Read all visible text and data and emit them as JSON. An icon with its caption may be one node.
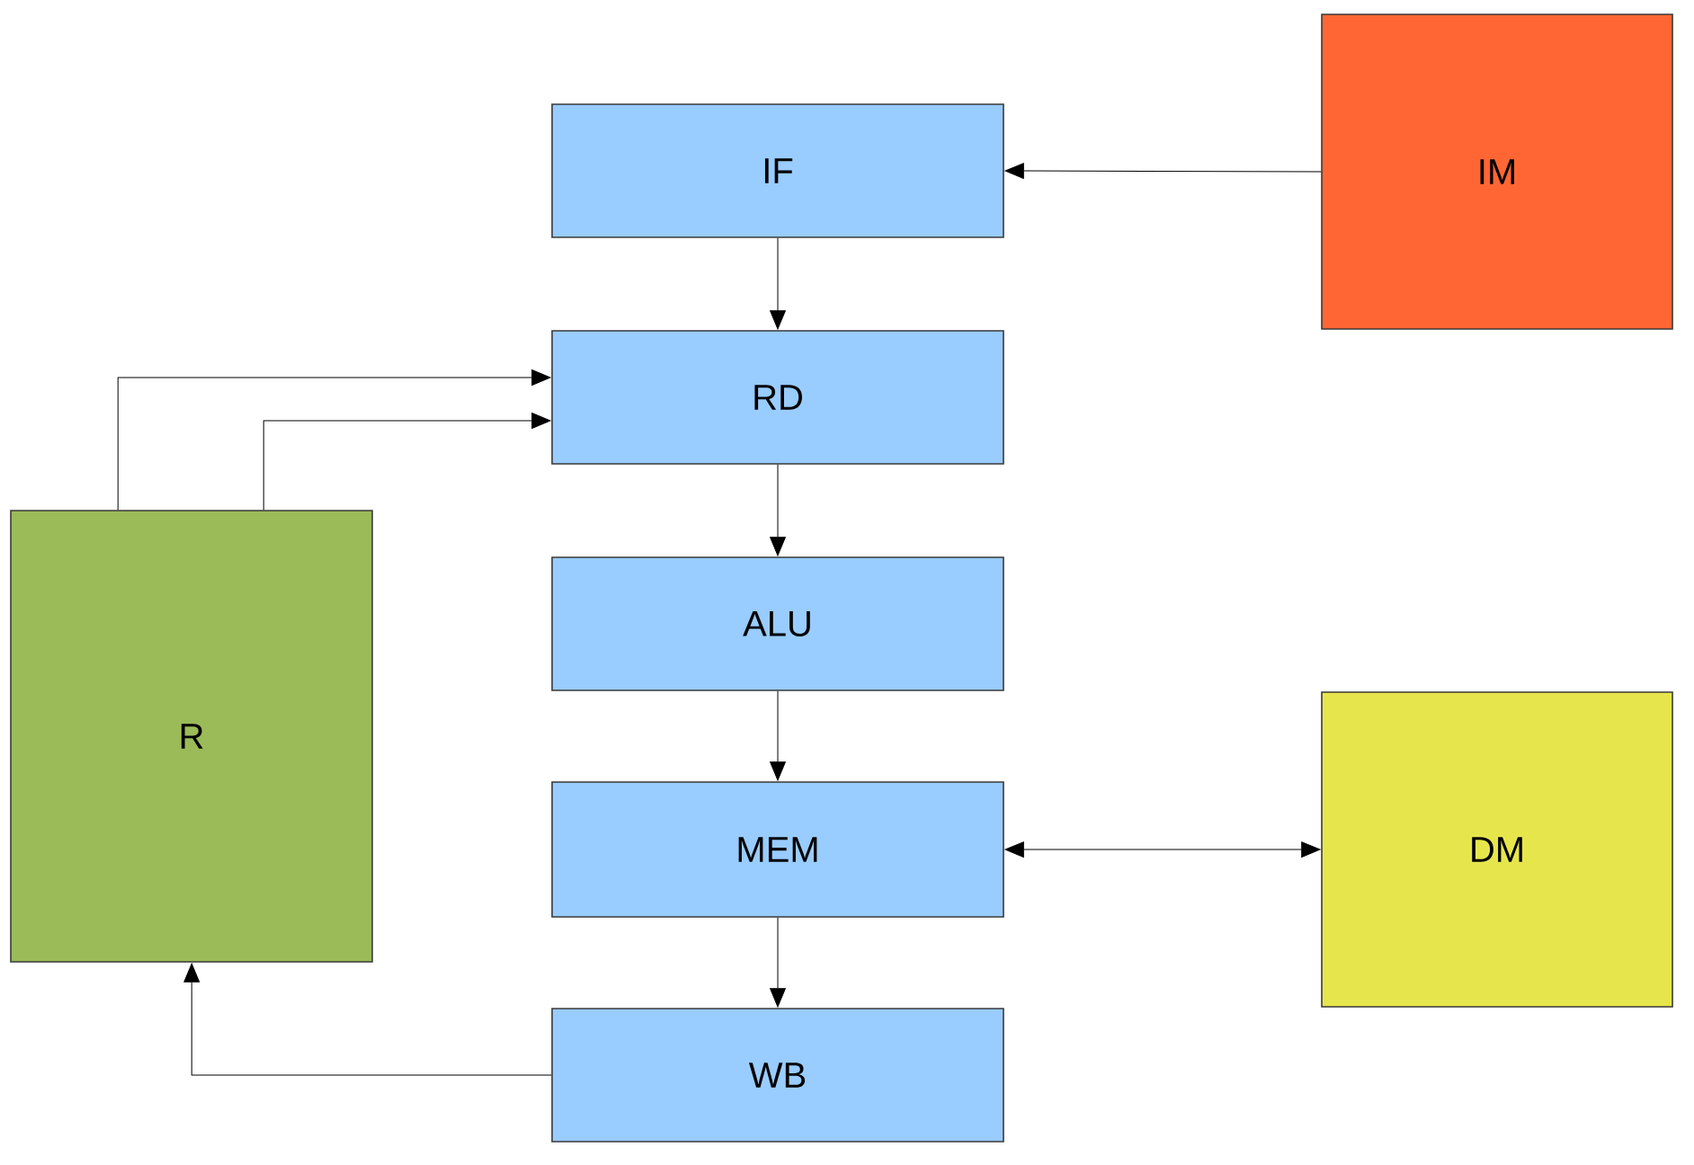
{
  "diagram": {
    "nodes": [
      {
        "text": [
          "IF"
        ]
      },
      {
        "text": [
          "RD"
        ]
      },
      {
        "text": [
          "ALU"
        ]
      },
      {
        "text": [
          "MEM"
        ]
      },
      {
        "text": [
          "WB"
        ]
      },
      {
        "text": [
          "IM"
        ]
      },
      {
        "text": [
          "R"
        ]
      },
      {
        "text": [
          "DM"
        ]
      }
    ],
    "edges": [
      {
        "from": 5,
        "to": 0,
        "arrow": "to"
      },
      {
        "from": 0,
        "to": 1,
        "arrow": "to"
      },
      {
        "from": 1,
        "to": 2,
        "arrow": "to"
      },
      {
        "from": 2,
        "to": 3,
        "arrow": "to"
      },
      {
        "from": 3,
        "to": 4,
        "arrow": "to"
      },
      {
        "from": 6,
        "to": 1,
        "arrow": "to"
      },
      {
        "from": 6,
        "to": 1,
        "arrow": "to"
      },
      {
        "from": 3,
        "to": 7,
        "arrow": "both"
      },
      {
        "from": 4,
        "to": 6,
        "arrow": "to"
      }
    ]
  }
}
